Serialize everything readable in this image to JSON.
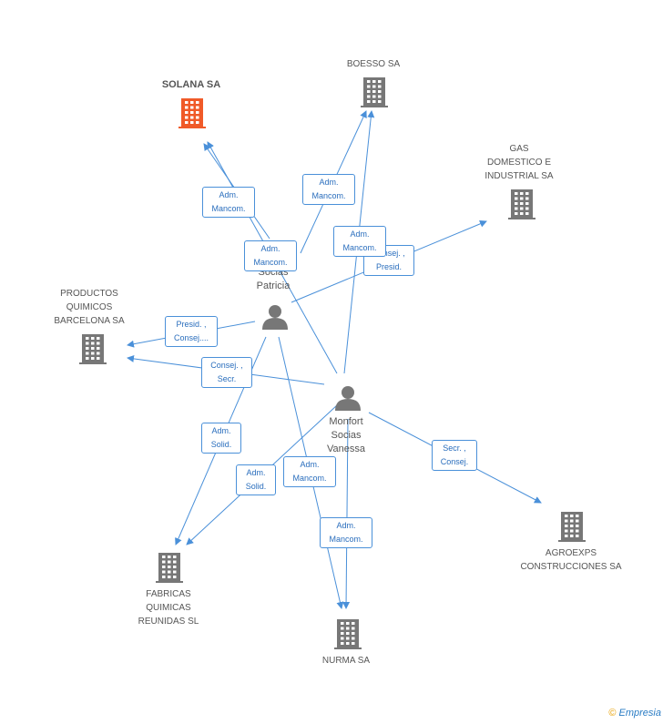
{
  "companies": {
    "solana": {
      "label": "SOLANA SA",
      "color": "#f05a28"
    },
    "boesso": {
      "label": "BOESSO SA"
    },
    "gas": {
      "label": "GAS\nDOMESTICO E\nINDUSTRIAL SA"
    },
    "productos": {
      "label": "PRODUCTOS\nQUIMICOS\nBARCELONA SA"
    },
    "fabricas": {
      "label": "FABRICAS\nQUIMICAS\nREUNIDAS SL"
    },
    "nurma": {
      "label": "NURMA SA"
    },
    "agroexps": {
      "label": "AGROEXPS\nCONSTRUCCIONES SA"
    }
  },
  "persons": {
    "patricia": {
      "label": "Socias\nPatricia"
    },
    "vanessa": {
      "label": "Monfort\nSocias\nVanessa"
    }
  },
  "edge_labels": {
    "e1": "Adm.\nMancom.",
    "e2": "Adm.\nMancom.",
    "e3": "Adm.\nMancom.",
    "e4": "Adm.\nMancom.",
    "e5": "Consej. ,\nPresid.",
    "e6": "Presid. ,\nConsej....",
    "e7": "Consej. ,\nSecr.",
    "e8": "Adm.\nSolid.",
    "e9": "Adm.\nSolid.",
    "e10": "Adm.\nMancom.",
    "e11": "Adm.\nMancom.",
    "e12": "Secr. ,\nConsej."
  },
  "colors": {
    "edge": "#4a90d9",
    "icon": "#777777",
    "highlight": "#f05a28"
  },
  "branding": {
    "symbol": "©",
    "text": "Empresia"
  }
}
